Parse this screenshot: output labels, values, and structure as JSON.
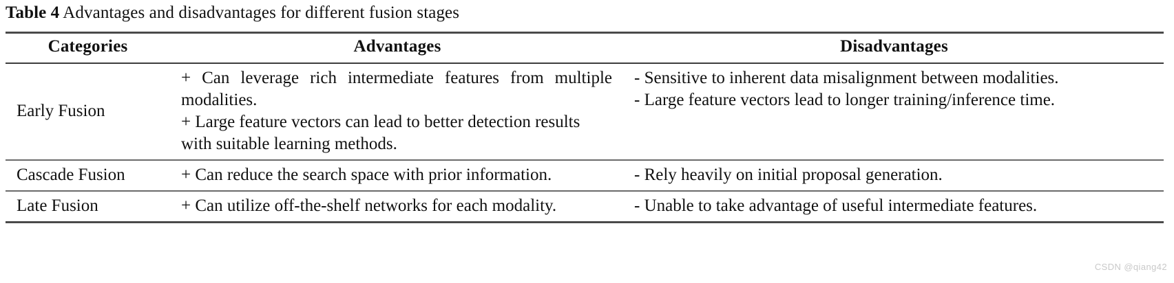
{
  "caption": {
    "label": "Table 4",
    "text": "Advantages and disadvantages for different fusion stages"
  },
  "table": {
    "headers": {
      "categories": "Categories",
      "advantages": "Advantages",
      "disadvantages": "Disadvantages"
    },
    "rows": [
      {
        "category": "Early Fusion",
        "advantages": [
          "+ Can leverage rich intermediate features from multiple modalities.",
          "+ Large feature vectors can lead to better detection results with suitable learning methods."
        ],
        "disadvantages": [
          "- Sensitive to inherent data misalignment between modalities.",
          "- Large feature vectors lead to longer training/inference time."
        ]
      },
      {
        "category": "Cascade Fusion",
        "advantages": [
          "+ Can reduce the search space with prior information."
        ],
        "disadvantages": [
          "- Rely heavily on initial proposal generation."
        ]
      },
      {
        "category": "Late Fusion",
        "advantages": [
          "+ Can utilize off-the-shelf networks for each modality."
        ],
        "disadvantages": [
          "- Unable to take advantage of useful intermediate features."
        ]
      }
    ]
  },
  "watermark": "CSDN @qiang42"
}
